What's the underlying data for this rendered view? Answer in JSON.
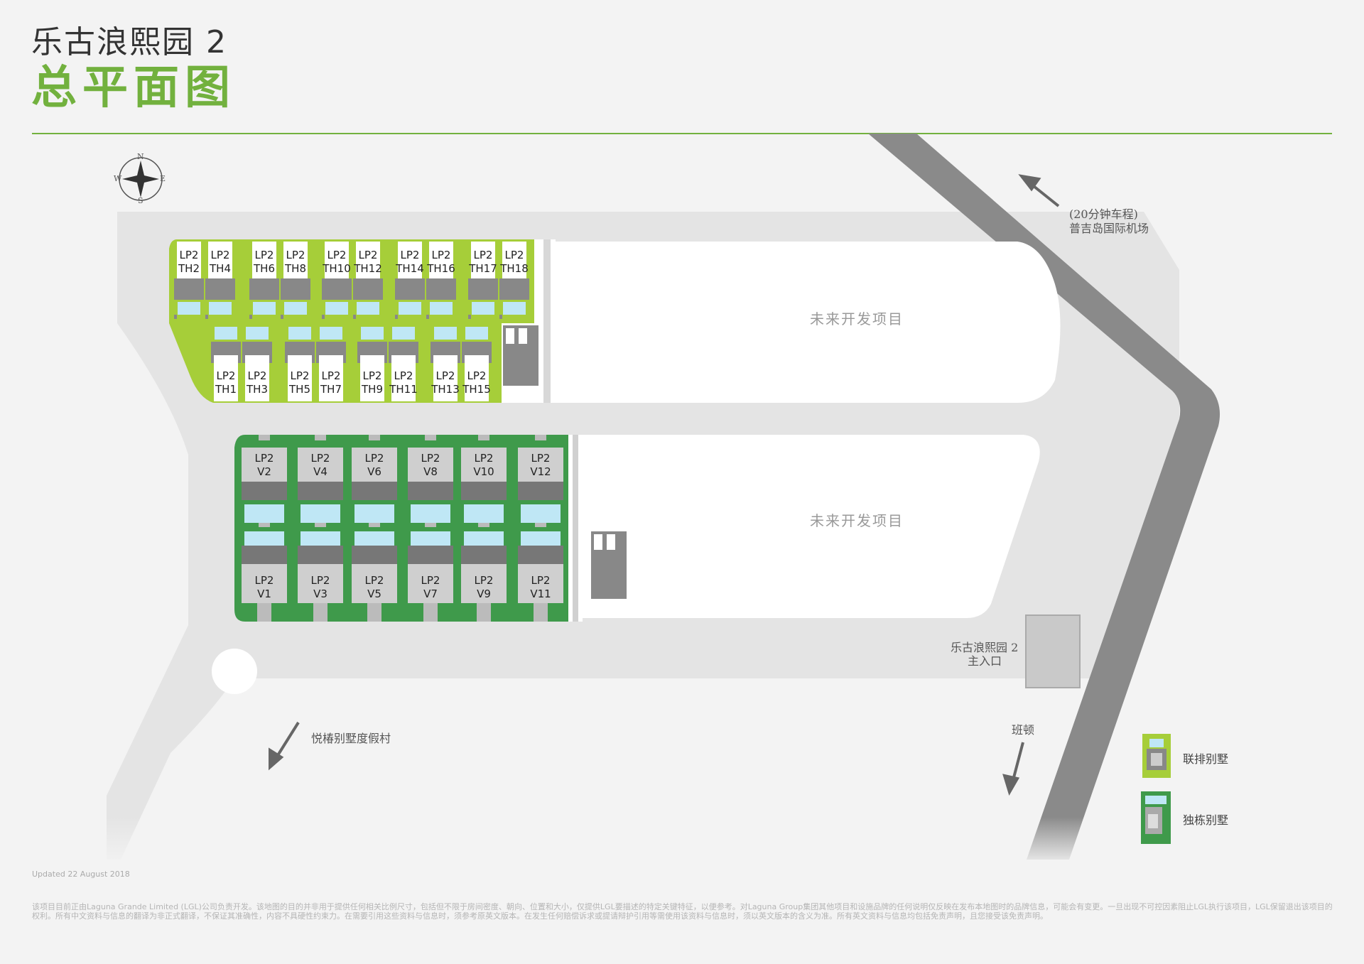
{
  "header": {
    "title_line1": "乐古浪熙园 2",
    "title_line2": "总平面图"
  },
  "compass": {
    "n": "N",
    "s": "S",
    "e": "E",
    "w": "W"
  },
  "labels": {
    "airport_line1": "(20分钟车程)",
    "airport_line2": "普吉岛国际机场",
    "future_dev_top": "未来开发项目",
    "future_dev_bottom": "未来开发项目",
    "entrance_line1": "乐古浪熙园 2",
    "entrance_line2": "主入口",
    "resort": "悦椿别墅度假村",
    "bangtao": "班顿"
  },
  "townhouses": {
    "top_row": [
      {
        "p": "LP2",
        "id": "TH2"
      },
      {
        "p": "LP2",
        "id": "TH4"
      },
      {
        "p": "LP2",
        "id": "TH6"
      },
      {
        "p": "LP2",
        "id": "TH8"
      },
      {
        "p": "LP2",
        "id": "TH10"
      },
      {
        "p": "LP2",
        "id": "TH12"
      },
      {
        "p": "LP2",
        "id": "TH14"
      },
      {
        "p": "LP2",
        "id": "TH16"
      },
      {
        "p": "LP2",
        "id": "TH17"
      },
      {
        "p": "LP2",
        "id": "TH18"
      }
    ],
    "bottom_row": [
      {
        "p": "LP2",
        "id": "TH1"
      },
      {
        "p": "LP2",
        "id": "TH3"
      },
      {
        "p": "LP2",
        "id": "TH5"
      },
      {
        "p": "LP2",
        "id": "TH7"
      },
      {
        "p": "LP2",
        "id": "TH9"
      },
      {
        "p": "LP2",
        "id": "TH11"
      },
      {
        "p": "LP2",
        "id": "TH13"
      },
      {
        "p": "LP2",
        "id": "TH15"
      }
    ]
  },
  "villas": {
    "top_row": [
      {
        "p": "LP2",
        "id": "V2"
      },
      {
        "p": "LP2",
        "id": "V4"
      },
      {
        "p": "LP2",
        "id": "V6"
      },
      {
        "p": "LP2",
        "id": "V8"
      },
      {
        "p": "LP2",
        "id": "V10"
      },
      {
        "p": "LP2",
        "id": "V12"
      }
    ],
    "bottom_row": [
      {
        "p": "LP2",
        "id": "V1"
      },
      {
        "p": "LP2",
        "id": "V3"
      },
      {
        "p": "LP2",
        "id": "V5"
      },
      {
        "p": "LP2",
        "id": "V7"
      },
      {
        "p": "LP2",
        "id": "V9"
      },
      {
        "p": "LP2",
        "id": "V11"
      }
    ]
  },
  "legend": {
    "townhouse": "联排别墅",
    "villa": "独栋别墅"
  },
  "colors": {
    "townhouse_green": "#a6ce39",
    "villa_green": "#3f9a4b",
    "accent": "#72b13e"
  },
  "footer": {
    "updated": "Updated 22 August 2018",
    "disclaimer": "该项目目前正由Laguna Grande Limited (LGL)公司负责开发。该地图的目的并非用于提供任何相关比例尺寸，包括但不限于房间密度、朝向、位置和大小，仅提供LGL要描述的特定关键特征，以便参考。对Laguna Group集团其他项目和设施品牌的任何说明仅反映在发布本地图时的品牌信息，可能会有变更。一旦出现不可控因素阻止LGL执行该项目，LGL保留退出该项目的权利。所有中文资料与信息的翻译为非正式翻译，不保证其准确性，内容不具硬性约束力。在需要引用这些资料与信息时，须参考原英文版本。在发生任何赔偿诉求或提请辩护引用等需使用该资料与信息时，须以英文版本的含义为准。所有英文资料与信息均包括免责声明，且您接受该免责声明。"
  }
}
